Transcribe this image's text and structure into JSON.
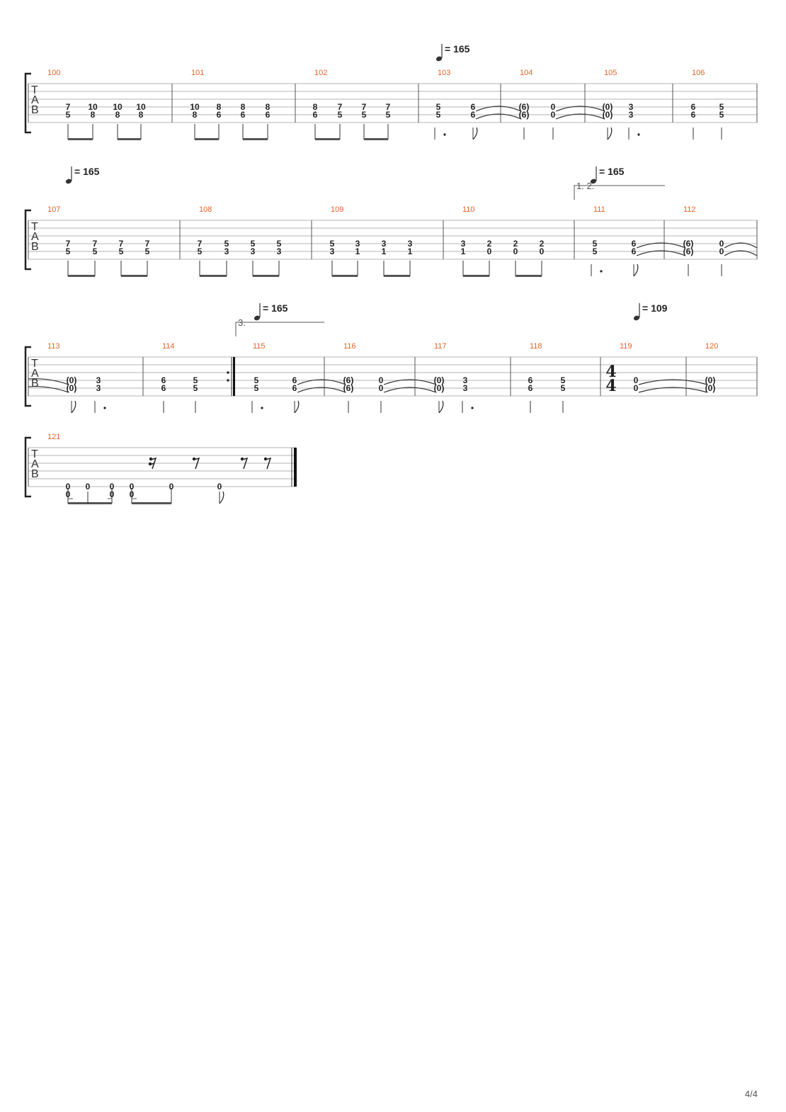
{
  "page": {
    "number": "4/4"
  },
  "tab_clef": [
    "T",
    "A",
    "B"
  ],
  "tempo_marks": [
    {
      "value": "= 165"
    },
    {
      "value": "= 165"
    },
    {
      "value": "= 165"
    },
    {
      "value": "= 165"
    },
    {
      "value": "= 109"
    }
  ],
  "voltas": [
    "1. 2.",
    "3."
  ],
  "time_signature": {
    "top": "4",
    "bottom": "4"
  },
  "systems": [
    {
      "measures": [
        {
          "n": "100",
          "notes": [
            [
              "7",
              "5"
            ],
            [
              "10",
              "8"
            ],
            [
              "10",
              "8"
            ],
            [
              "10",
              "8"
            ]
          ]
        },
        {
          "n": "101",
          "notes": [
            [
              "10",
              "8"
            ],
            [
              "8",
              "6"
            ],
            [
              "8",
              "6"
            ],
            [
              "8",
              "6"
            ]
          ]
        },
        {
          "n": "102",
          "notes": [
            [
              "8",
              "6"
            ],
            [
              "7",
              "5"
            ],
            [
              "7",
              "5"
            ],
            [
              "7",
              "5"
            ]
          ]
        },
        {
          "n": "103",
          "notes": [
            [
              "5",
              "5"
            ],
            [
              "6",
              "6"
            ]
          ]
        },
        {
          "n": "104",
          "notes": [
            [
              "(6)",
              "(6)"
            ],
            [
              "0",
              "0"
            ]
          ]
        },
        {
          "n": "105",
          "notes": [
            [
              "(0)",
              "(0)"
            ],
            [
              "3",
              "3"
            ]
          ]
        },
        {
          "n": "106",
          "notes": [
            [
              "6",
              "6"
            ],
            [
              "5",
              "5"
            ]
          ]
        }
      ]
    },
    {
      "measures": [
        {
          "n": "107",
          "notes": [
            [
              "7",
              "5"
            ],
            [
              "7",
              "5"
            ],
            [
              "7",
              "5"
            ],
            [
              "7",
              "5"
            ]
          ]
        },
        {
          "n": "108",
          "notes": [
            [
              "7",
              "5"
            ],
            [
              "5",
              "3"
            ],
            [
              "5",
              "3"
            ],
            [
              "5",
              "3"
            ]
          ]
        },
        {
          "n": "109",
          "notes": [
            [
              "5",
              "3"
            ],
            [
              "3",
              "1"
            ],
            [
              "3",
              "1"
            ],
            [
              "3",
              "1"
            ]
          ]
        },
        {
          "n": "110",
          "notes": [
            [
              "3",
              "1"
            ],
            [
              "2",
              "0"
            ],
            [
              "2",
              "0"
            ],
            [
              "2",
              "0"
            ]
          ]
        },
        {
          "n": "111",
          "notes": [
            [
              "5",
              "5"
            ],
            [
              "6",
              "6"
            ]
          ]
        },
        {
          "n": "112",
          "notes": [
            [
              "(6)",
              "(6)"
            ],
            [
              "0",
              "0"
            ]
          ]
        }
      ]
    },
    {
      "measures": [
        {
          "n": "113",
          "notes": [
            [
              "(0)",
              "(0)"
            ],
            [
              "3",
              "3"
            ]
          ]
        },
        {
          "n": "114",
          "notes": [
            [
              "6",
              "6"
            ],
            [
              "5",
              "5"
            ]
          ]
        },
        {
          "n": "115",
          "notes": [
            [
              "5",
              "5"
            ],
            [
              "6",
              "6"
            ]
          ]
        },
        {
          "n": "116",
          "notes": [
            [
              "(6)",
              "(6)"
            ],
            [
              "0",
              "0"
            ]
          ]
        },
        {
          "n": "117",
          "notes": [
            [
              "(0)",
              "(0)"
            ],
            [
              "3",
              "3"
            ]
          ]
        },
        {
          "n": "118",
          "notes": [
            [
              "6",
              "6"
            ],
            [
              "5",
              "5"
            ]
          ]
        },
        {
          "n": "119",
          "notes": [
            [
              "0",
              "0"
            ]
          ]
        },
        {
          "n": "120",
          "notes": [
            [
              "(0)",
              "(0)"
            ]
          ]
        }
      ]
    },
    {
      "measures": [
        {
          "n": "121",
          "notes": [
            [
              "0",
              "0"
            ],
            [
              "0",
              ""
            ],
            [
              "0",
              "0"
            ],
            [
              "0",
              "0"
            ],
            [
              "0",
              ""
            ],
            [
              "0",
              ""
            ]
          ]
        }
      ]
    }
  ]
}
